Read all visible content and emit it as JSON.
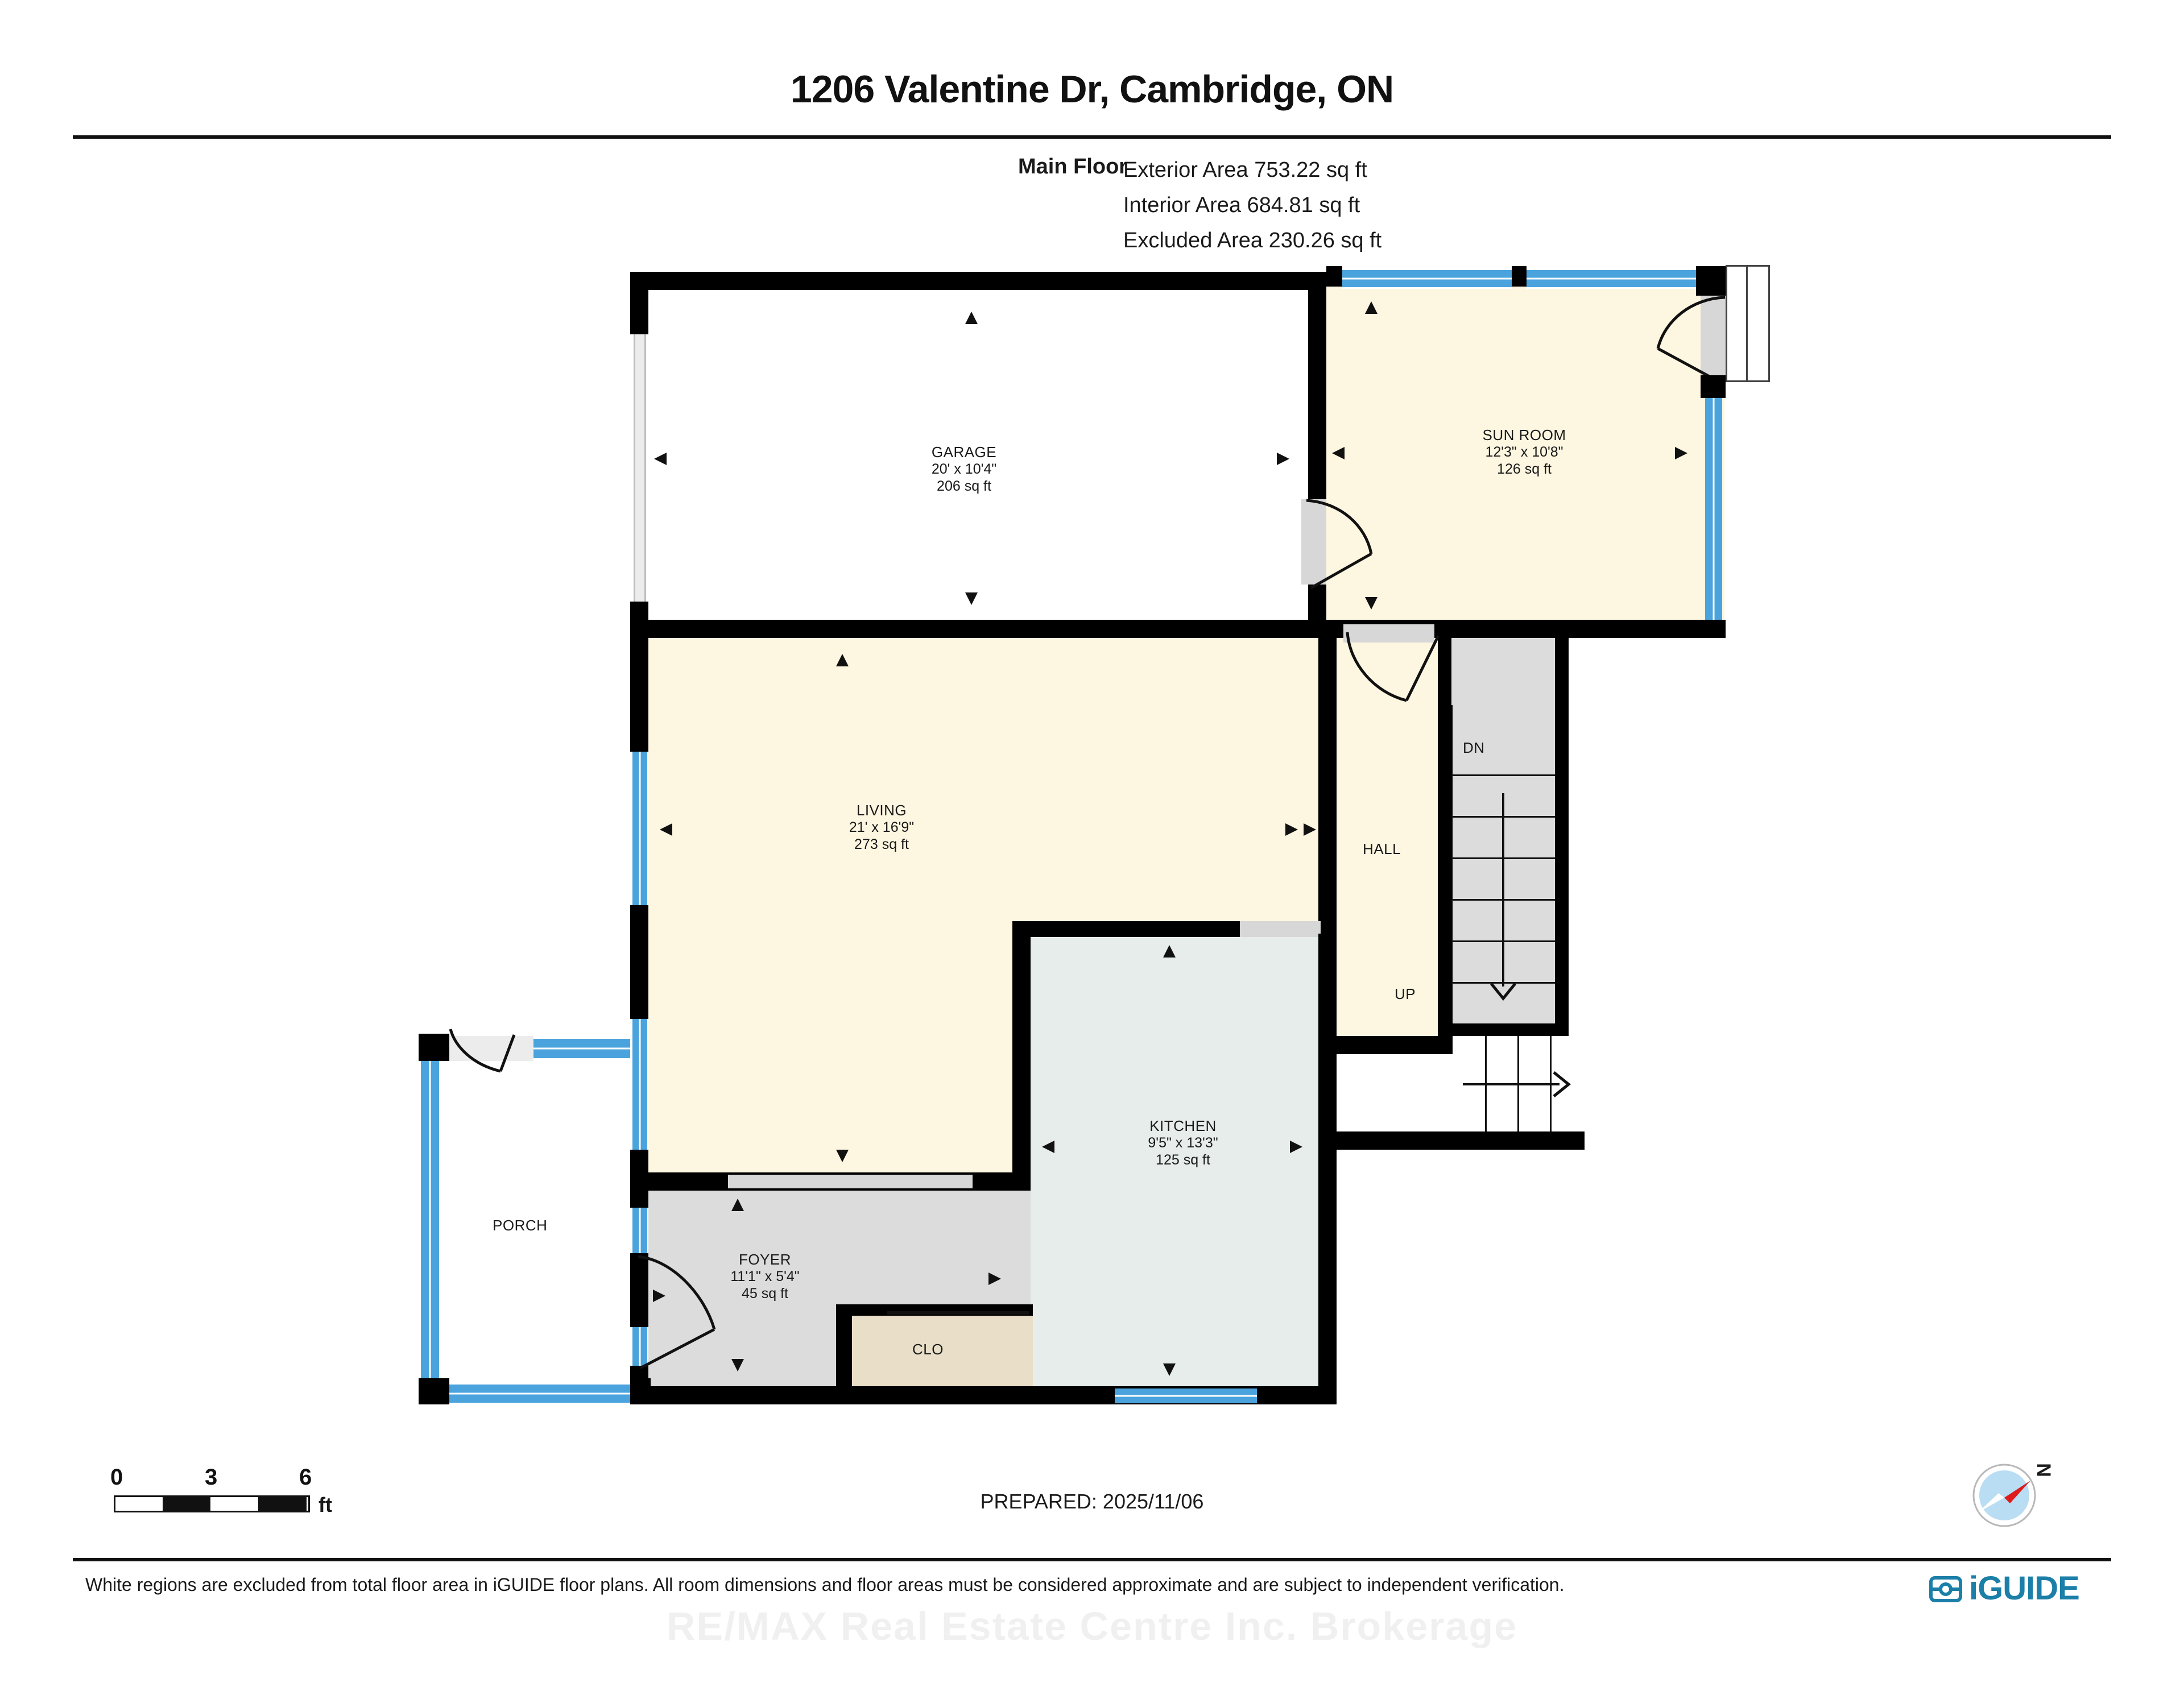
{
  "header": {
    "title": "1206 Valentine Dr, Cambridge, ON",
    "floor_name": "Main Floor",
    "exterior_area": "Exterior Area 753.22 sq ft",
    "interior_area": "Interior Area 684.81 sq ft",
    "excluded_area": "Excluded Area 230.26 sq ft"
  },
  "rooms": {
    "garage": {
      "name": "GARAGE",
      "dims": "20' x 10'4\"",
      "area": "206 sq ft"
    },
    "sunroom": {
      "name": "SUN ROOM",
      "dims": "12'3\" x 10'8\"",
      "area": "126 sq ft"
    },
    "living": {
      "name": "LIVING",
      "dims": "21' x 16'9\"",
      "area": "273 sq ft"
    },
    "kitchen": {
      "name": "KITCHEN",
      "dims": "9'5\" x 13'3\"",
      "area": "125 sq ft"
    },
    "foyer": {
      "name": "FOYER",
      "dims": "11'1\" x 5'4\"",
      "area": "45 sq ft"
    },
    "hall": {
      "name": "HALL"
    },
    "porch": {
      "name": "PORCH"
    },
    "closet": {
      "name": "CLO"
    }
  },
  "stairs": {
    "down_label": "DN",
    "up_label": "UP"
  },
  "scale": {
    "tick_0": "0",
    "tick_3": "3",
    "tick_6": "6",
    "unit": "ft"
  },
  "footer": {
    "prepared": "PREPARED: 2025/11/06",
    "compass_label": "N",
    "disclaimer": "White regions are excluded from total floor area in iGUIDE floor plans. All room dimensions and floor areas must be considered approximate and are subject to independent verification.",
    "watermark": "RE/MAX Real Estate Centre Inc. Brokerage",
    "logo_text": "iGUIDE"
  },
  "colors": {
    "window": "#4aa3dd",
    "wall": "#000000",
    "room_cream": "#fdf6e0",
    "room_mint": "#e7edea",
    "room_gray": "#dcdcdc",
    "room_tan": "#e9dfc8",
    "logo": "#1b7fa8",
    "compass_needle": "#e01b1b"
  }
}
